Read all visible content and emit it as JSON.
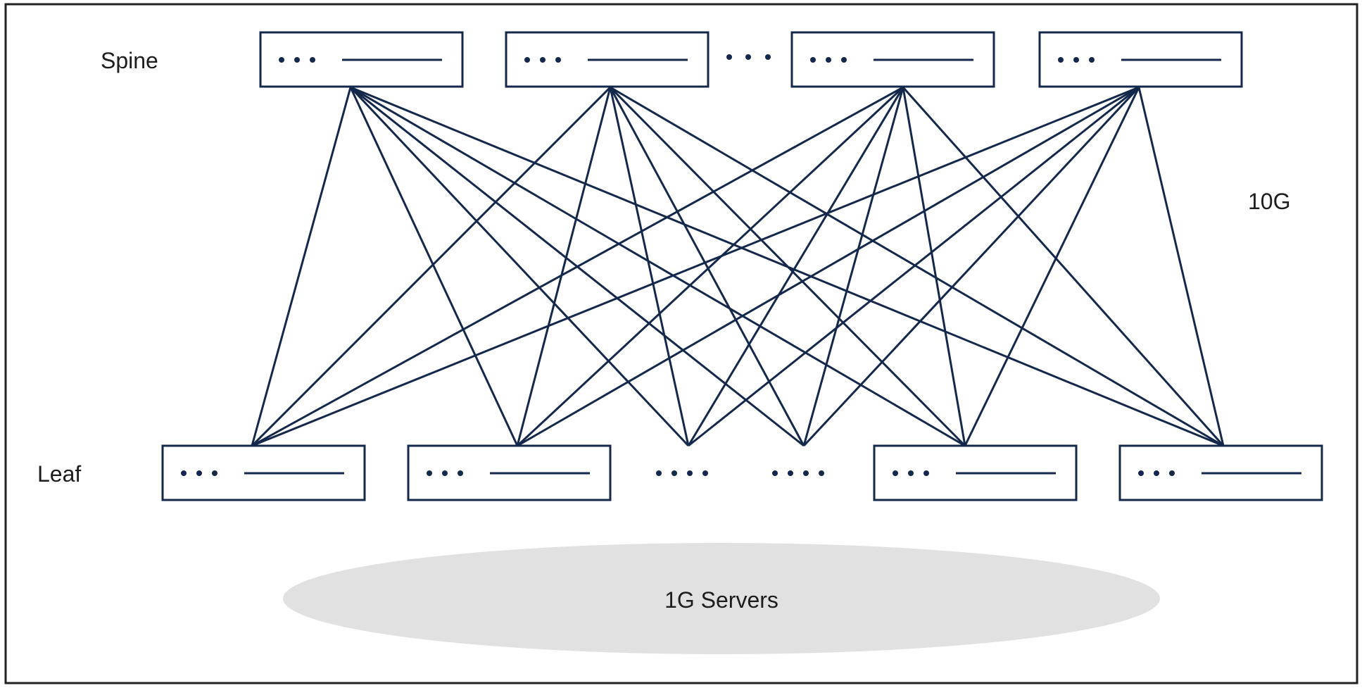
{
  "labels": {
    "spine": "Spine",
    "leaf": "Leaf",
    "speed_uplink": "10G",
    "servers": "1G Servers"
  },
  "colors": {
    "line": "#14284b",
    "server_fill": "#e1e1e1",
    "frame": "#222222",
    "text": "#1d1d1d"
  },
  "spines": [
    {
      "id": "spine-1"
    },
    {
      "id": "spine-2"
    },
    {
      "id": "spine-3"
    },
    {
      "id": "spine-4"
    }
  ],
  "leaves": [
    {
      "id": "leaf-1"
    },
    {
      "id": "leaf-2"
    },
    {
      "id": "leaf-3"
    },
    {
      "id": "leaf-4"
    }
  ]
}
